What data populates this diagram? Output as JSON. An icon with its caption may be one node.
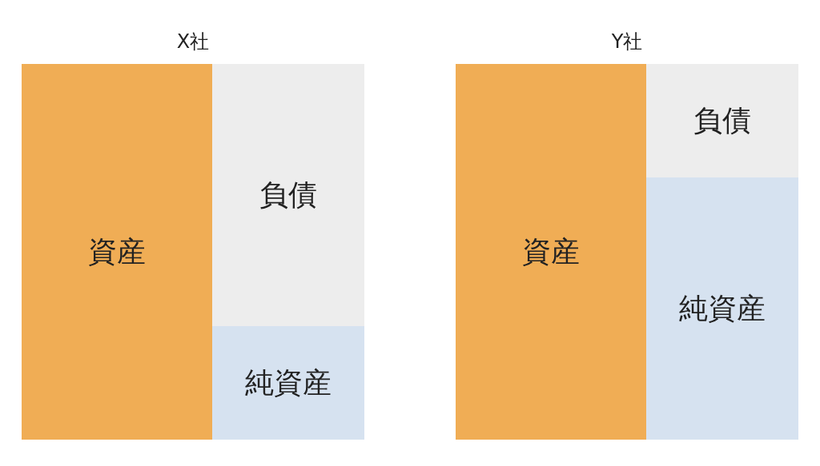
{
  "diagram": {
    "nodes": [
      {
        "text": [
          "X社"
        ]
      },
      {
        "text": [
          "資産"
        ],
        "in": 0
      },
      {
        "text": [
          "負債"
        ],
        "in": 0
      },
      {
        "text": [
          "純資産"
        ],
        "in": 0
      },
      {
        "text": [
          "Y社"
        ]
      },
      {
        "text": [
          "資産"
        ],
        "in": 4
      },
      {
        "text": [
          "負債"
        ],
        "in": 4
      },
      {
        "text": [
          "純資産"
        ],
        "in": 4
      }
    ],
    "edges": []
  }
}
